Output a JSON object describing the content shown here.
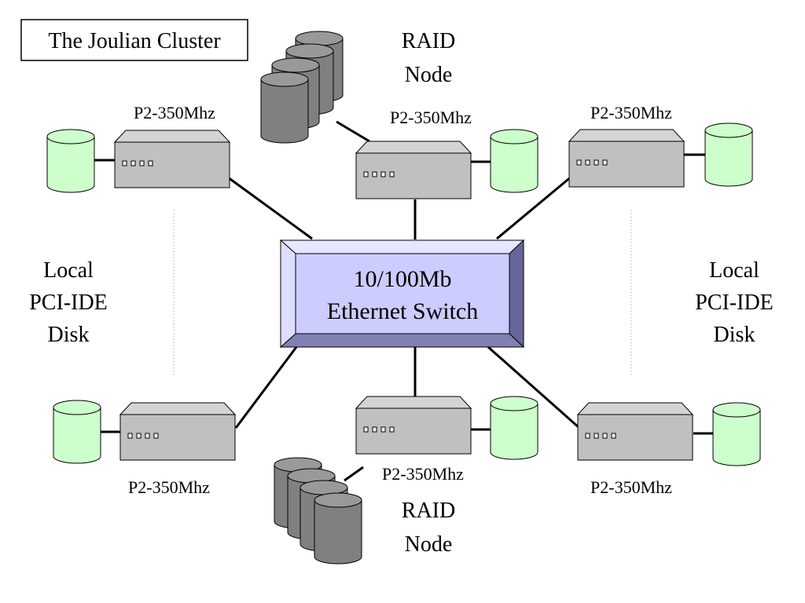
{
  "title": "The Joulian Cluster",
  "switch": {
    "line1": "10/100Mb",
    "line2": "Ethernet Switch"
  },
  "node_label": "P2-350Mhz",
  "raid_top": [
    "RAID",
    "Node"
  ],
  "raid_bottom": [
    "RAID",
    "Node"
  ],
  "local_disk_left": [
    "Local",
    "PCI-IDE",
    "Disk"
  ],
  "local_disk_right": [
    "Local",
    "PCI-IDE",
    "Disk"
  ],
  "colors": {
    "switch_face": "#CCCCFF",
    "node_box": "#C0C0C0",
    "local_disk": "#CCFFCC",
    "raid_disk": "#808080"
  }
}
